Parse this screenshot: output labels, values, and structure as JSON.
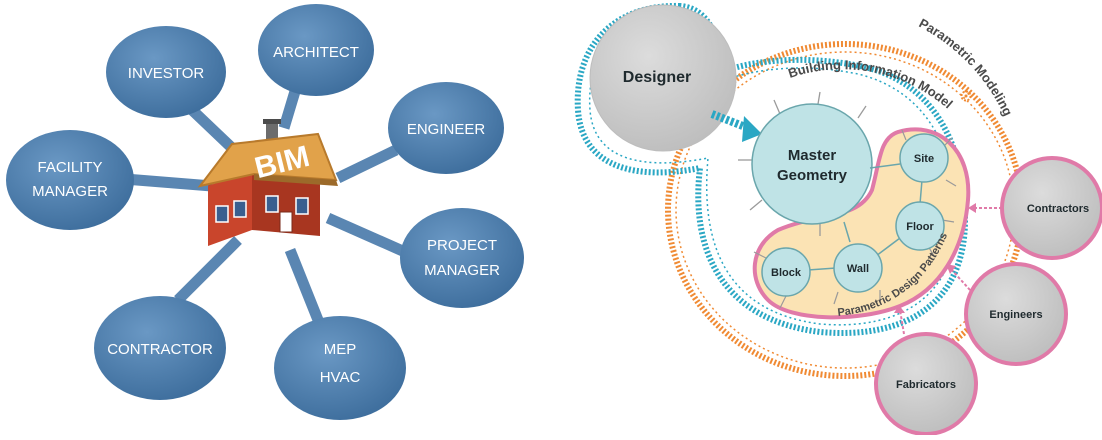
{
  "left_diagram": {
    "center_label": "BIM",
    "roles": [
      {
        "id": "investor",
        "lines": [
          "INVESTOR"
        ]
      },
      {
        "id": "architect",
        "lines": [
          "ARCHITECT"
        ]
      },
      {
        "id": "engineer",
        "lines": [
          "ENGINEER"
        ]
      },
      {
        "id": "facility-manager",
        "lines": [
          "FACILITY",
          "MANAGER"
        ]
      },
      {
        "id": "project-manager",
        "lines": [
          "PROJECT",
          "MANAGER"
        ]
      },
      {
        "id": "contractor",
        "lines": [
          "CONTRACTOR"
        ]
      },
      {
        "id": "mep-hvac",
        "lines": [
          "MEP",
          "HVAC"
        ]
      }
    ]
  },
  "right_diagram": {
    "designer": "Designer",
    "master_geometry": [
      "Master",
      "Geometry"
    ],
    "components": [
      {
        "id": "site",
        "label": "Site"
      },
      {
        "id": "floor",
        "label": "Floor"
      },
      {
        "id": "wall",
        "label": "Wall"
      },
      {
        "id": "block",
        "label": "Block"
      }
    ],
    "stakeholders": [
      {
        "id": "contractors",
        "label": "Contractors"
      },
      {
        "id": "engineers",
        "label": "Engineers"
      },
      {
        "id": "fabricators",
        "label": "Fabricators"
      }
    ],
    "ring_labels": {
      "parametric_modeling": "Parametric Modeling",
      "building_information_model": "Building Information Model",
      "parametric_design_patterns": "Parametric Design Patterns"
    }
  },
  "colors": {
    "role_fill": "#4f7fad",
    "connector": "#5a86b2",
    "house_wall": "#c9452c",
    "house_roof": "#e1a24a",
    "grey_bubble": "#cfcfcf",
    "teal_bubble": "#bfe3e6",
    "teal_dashed": "#2aa7c4",
    "orange_dashed": "#f08a33",
    "pink": "#e07aa8",
    "pattern_fill": "#fbe3b4"
  }
}
